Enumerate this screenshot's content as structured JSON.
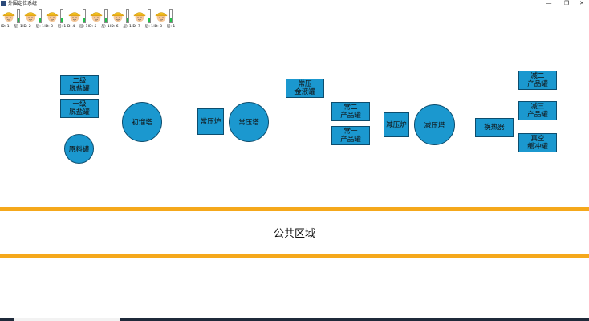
{
  "window": {
    "title": "外围定位系统",
    "minimize_glyph": "—",
    "restore_glyph": "❐",
    "close_glyph": "✕"
  },
  "workers": [
    {
      "label": "ID: 1 一层: 1",
      "battery": 0.3
    },
    {
      "label": "ID: 2 一层: 1",
      "battery": 0.3
    },
    {
      "label": "ID: 3 一层: 1",
      "battery": 0.3
    },
    {
      "label": "ID: 4 一层: 1",
      "battery": 0.3
    },
    {
      "label": "ID: 5 一层: 1",
      "battery": 0.3
    },
    {
      "label": "ID: 6 一层: 1",
      "battery": 0.3
    },
    {
      "label": "ID: 7 一层: 1",
      "battery": 0.3
    },
    {
      "label": "ID: 8 一层: 1",
      "battery": 0.3
    }
  ],
  "equipment": {
    "secondary_desalter": "二级\n脱盐罐",
    "primary_desalter": "一级\n脱盐罐",
    "raw_tank": "原料罐",
    "initial_tower": "初馏塔",
    "atm_furnace": "常压炉",
    "atm_tower": "常压塔",
    "atm_gold_tank": "常压\n金液罐",
    "atm2_product_tank": "常二\n产品罐",
    "atm1_product_tank": "常一\n产品罐",
    "vac_furnace": "减压炉",
    "vac_tower": "减压塔",
    "heat_exchanger": "换热器",
    "vac2_product_tank": "减二\n产品罐",
    "vac3_product_tank": "减三\n产品罐",
    "vacuum_buffer_tank": "真空\n缓冲罐"
  },
  "public_area": {
    "label": "公共区域"
  },
  "colors": {
    "equipment": "#1b98cf",
    "stripe": "#f5a81b",
    "battery": "#21c24a"
  },
  "icons": {
    "app": "app-icon",
    "worker": "worker-helmet-icon"
  }
}
